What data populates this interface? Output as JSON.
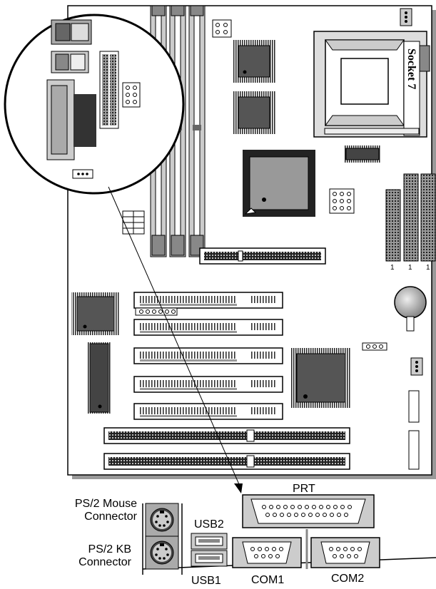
{
  "labels": {
    "socket": "Socket 7",
    "ps2_mouse_line1": "PS/2 Mouse",
    "ps2_mouse_line2": "Connector",
    "ps2_kb_line1": "PS/2 KB",
    "ps2_kb_line2": "Connector",
    "usb2": "USB2",
    "usb1": "USB1",
    "prt": "PRT",
    "com1": "COM1",
    "com2": "COM2",
    "ide_pin1": "1"
  }
}
